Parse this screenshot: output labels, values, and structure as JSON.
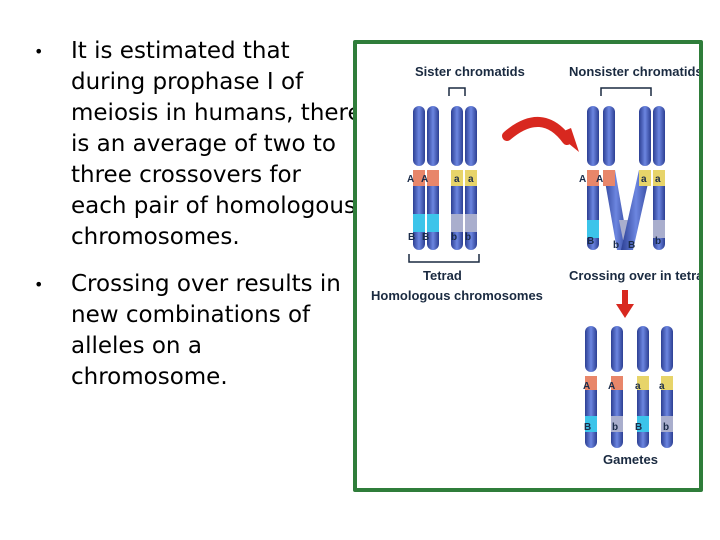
{
  "bullets": [
    {
      "text": "It is estimated that during prophase I of meiosis in humans, there is an average of two to three crossovers for each pair of homologous chromosomes."
    },
    {
      "text": "Crossing over results in new combinations of alleles on a chromosome."
    }
  ],
  "bullet_glyph": "•",
  "figure": {
    "labels": {
      "sister": "Sister chromatids",
      "nonsister": "Nonsister chromatids",
      "tetrad": "Tetrad",
      "homologous": "Homologous chromosomes",
      "crossing": "Crossing over in tetrad",
      "gametes": "Gametes"
    },
    "alleles": {
      "A": "A",
      "a": "a",
      "B": "B",
      "b": "b"
    }
  },
  "colors": {
    "frame": "#2f7d3a",
    "chromosome_blue": "#4a63c7",
    "allele_orange": "#e8866a",
    "allele_yellow": "#e7d46a",
    "allele_cyan": "#3cc4ea",
    "allele_grey": "#a9aecd",
    "arrow_red": "#d8281f"
  }
}
